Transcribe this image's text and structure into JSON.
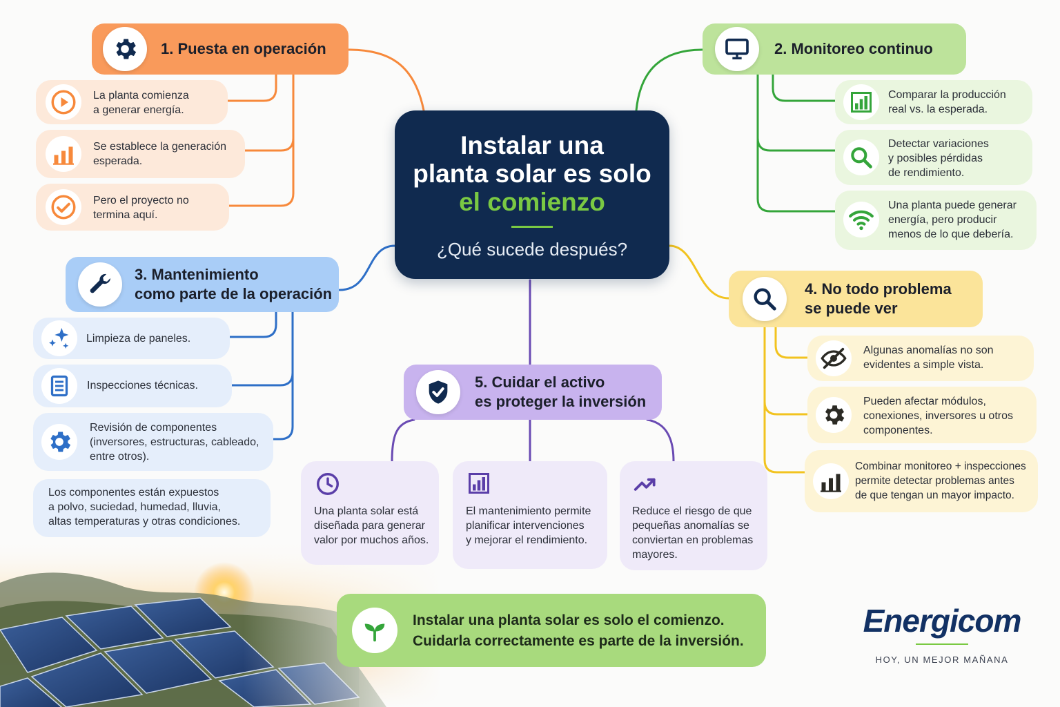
{
  "center": {
    "title_line1": "Instalar una",
    "title_line2": "planta solar es solo",
    "title_highlight": "el comienzo",
    "subtitle": "¿Qué sucede después?"
  },
  "sections": {
    "s1": {
      "title": "1. Puesta en operación",
      "icon": "gear-icon",
      "color": "#f98a3c",
      "items": [
        {
          "icon": "play-icon",
          "text1": "La planta comienza",
          "text2": "a generar energía."
        },
        {
          "icon": "bar-chart-icon",
          "text1": "Se establece la generación",
          "text2": "esperada."
        },
        {
          "icon": "check-icon",
          "text1": "Pero el proyecto no",
          "text2": "termina aquí."
        }
      ]
    },
    "s2": {
      "title": "2. Monitoreo continuo",
      "icon": "monitor-icon",
      "color": "#34a53a",
      "items": [
        {
          "icon": "bar-chart-icon",
          "text1": "Comparar la producción",
          "text2": "real vs. la esperada."
        },
        {
          "icon": "search-icon",
          "text1": "Detectar variaciones",
          "text2": "y posibles pérdidas",
          "text3": "de rendimiento."
        },
        {
          "icon": "wifi-icon",
          "text1": "Una planta puede generar",
          "text2": "energía, pero producir",
          "text3": "menos de lo que debería."
        }
      ]
    },
    "s3": {
      "title1": "3. Mantenimiento",
      "title2": "como parte de la operación",
      "icon": "wrench-icon",
      "color": "#2e6fc7",
      "items": [
        {
          "icon": "sparkle-icon",
          "text1": "Limpieza de paneles."
        },
        {
          "icon": "document-icon",
          "text1": "Inspecciones técnicas."
        },
        {
          "icon": "gear-icon",
          "text1": "Revisión de componentes",
          "text2": "(inversores, estructuras, cableado,",
          "text3": "entre otros)."
        }
      ],
      "note1": "Los componentes están expuestos",
      "note2": "a polvo, suciedad, humedad, lluvia,",
      "note3": "altas temperaturas y otras condiciones."
    },
    "s4": {
      "title1": "4. No todo problema",
      "title2": "se puede ver",
      "icon": "search-icon",
      "color": "#f2c31f",
      "items": [
        {
          "icon": "eye-off-icon",
          "text1": "Algunas anomalías no son",
          "text2": "evidentes a simple vista."
        },
        {
          "icon": "gear-icon",
          "text1": "Pueden afectar módulos,",
          "text2": "conexiones, inversores u otros",
          "text3": "componentes."
        },
        {
          "icon": "bar-chart-icon",
          "text1": "Combinar monitoreo + inspecciones",
          "text2": "permite detectar problemas antes",
          "text3": "de que tengan un mayor impacto."
        }
      ]
    },
    "s5": {
      "title1": "5. Cuidar el activo",
      "title2": "es proteger la inversión",
      "icon": "shield-check-icon",
      "color": "#6a4bb3",
      "items": [
        {
          "icon": "clock-icon",
          "text1": "Una planta solar está",
          "text2": "diseñada para generar",
          "text3": "valor por muchos años."
        },
        {
          "icon": "bar-chart-icon",
          "text1": "El mantenimiento permite",
          "text2": "planificar intervenciones",
          "text3": "y mejorar el rendimiento."
        },
        {
          "icon": "trend-up-icon",
          "text1": "Reduce el riesgo de que",
          "text2": "pequeñas anomalías se",
          "text3": "conviertan en problemas",
          "text4": "mayores."
        }
      ]
    }
  },
  "banner": {
    "icon": "sprout-icon",
    "line1": "Instalar una planta solar es solo el comienzo.",
    "line2": "Cuidarla correctamente es parte de la inversión."
  },
  "brand": {
    "name": "Energicom",
    "tagline": "HOY, UN MEJOR MAÑANA",
    "color": "#123164",
    "accent": "#7ac943"
  }
}
